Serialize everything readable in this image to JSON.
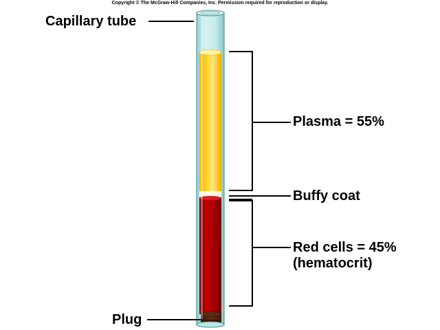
{
  "copyright": "Copyright © The McGraw-Hill Companies, Inc. Permission required for reproduction or display.",
  "labels": {
    "capillary_tube": "Capillary tube",
    "plasma": "Plasma = 55%",
    "buffy_coat": "Buffy coat",
    "red_cells": "Red cells = 45%",
    "hematocrit": "(hematocrit)",
    "plug": "Plug"
  },
  "fractions": {
    "plasma_percent": 55,
    "red_cells_percent": 45
  },
  "colors": {
    "tube_glass": "#bfe6e6",
    "tube_outline": "#3f8c8c",
    "plasma": "#ffd42a",
    "plasma_highlight": "#fff2a8",
    "buffy_coat": "#f4f4ec",
    "red_cells": "#c00000",
    "red_cells_dark": "#8a0000",
    "plug": "#5a2a14"
  }
}
